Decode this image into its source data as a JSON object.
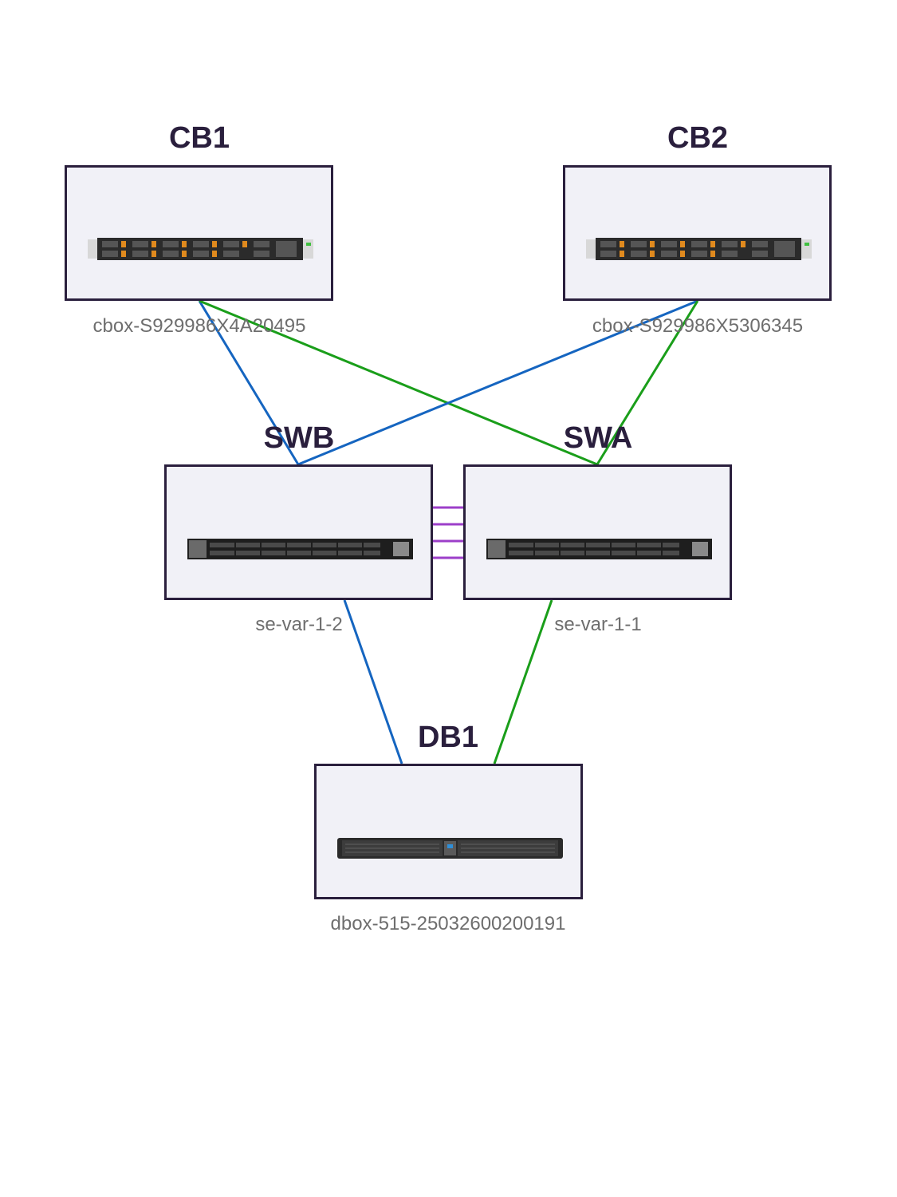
{
  "nodes": {
    "cb1": {
      "title": "CB1",
      "label": "cbox-S929986X4A20495",
      "device": "cbox-server-icon"
    },
    "cb2": {
      "title": "CB2",
      "label": "cbox-S929986X5306345",
      "device": "cbox-server-icon"
    },
    "swb": {
      "title": "SWB",
      "label": "se-var-1-2",
      "device": "network-switch-icon"
    },
    "swa": {
      "title": "SWA",
      "label": "se-var-1-1",
      "device": "network-switch-icon"
    },
    "db1": {
      "title": "DB1",
      "label": "dbox-515-25032600200191",
      "device": "dbox-storage-icon"
    }
  },
  "links": [
    {
      "from": "cb1",
      "to": "swb",
      "color": "#1565c0"
    },
    {
      "from": "cb1",
      "to": "swa",
      "color": "#1a9e1a"
    },
    {
      "from": "cb2",
      "to": "swb",
      "color": "#1565c0"
    },
    {
      "from": "cb2",
      "to": "swa",
      "color": "#1a9e1a"
    },
    {
      "from": "swb",
      "to": "db1",
      "color": "#1565c0"
    },
    {
      "from": "swa",
      "to": "db1",
      "color": "#1a9e1a"
    }
  ],
  "isl_links": {
    "from": "swb",
    "to": "swa",
    "count": 4,
    "color": "#9c3fc9"
  },
  "colors": {
    "box_border": "#2a1f3d",
    "box_fill": "#f1f1f7",
    "title": "#2a1f3d",
    "label": "#6e6e6e"
  }
}
